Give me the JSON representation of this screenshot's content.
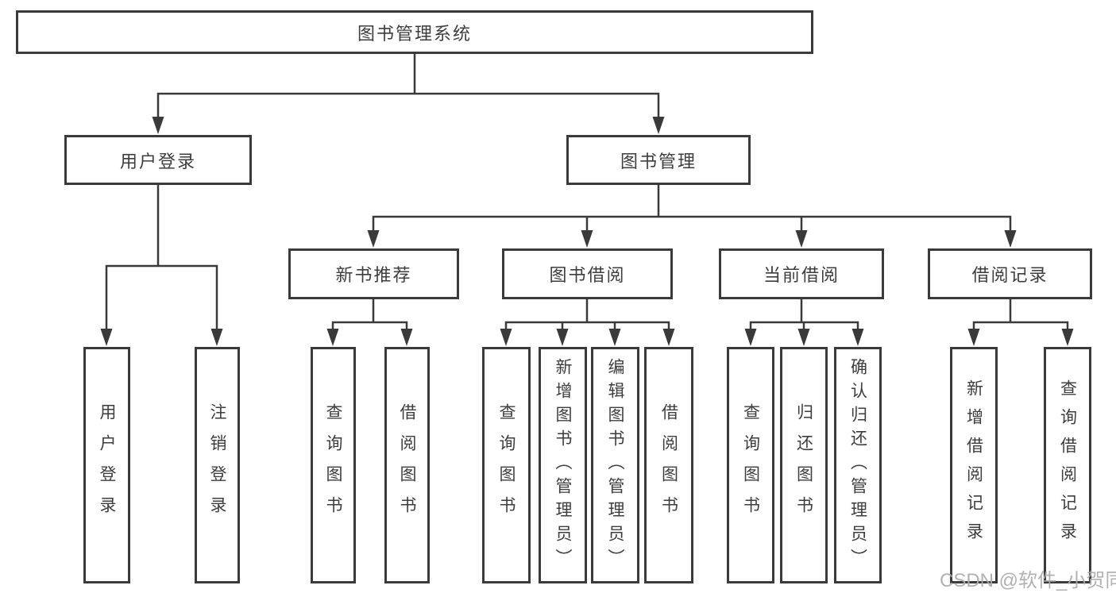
{
  "diagram": {
    "root": {
      "label": "图书管理系统"
    },
    "branches": [
      {
        "label": "用户登录",
        "children": [
          {
            "label": "用户登录"
          },
          {
            "label": "注销登录"
          }
        ]
      },
      {
        "label": "图书管理",
        "children": [
          {
            "label": "新书推荐",
            "children": [
              {
                "label": "查询图书"
              },
              {
                "label": "借阅图书"
              }
            ]
          },
          {
            "label": "图书借阅",
            "children": [
              {
                "label": "查询图书"
              },
              {
                "label": "新增图书（管理员）"
              },
              {
                "label": "编辑图书（管理员）"
              },
              {
                "label": "借阅图书"
              }
            ]
          },
          {
            "label": "当前借阅",
            "children": [
              {
                "label": "查询图书"
              },
              {
                "label": "归还图书"
              },
              {
                "label": "确认归还（管理员）"
              }
            ]
          },
          {
            "label": "借阅记录",
            "children": [
              {
                "label": "新增借阅记录"
              },
              {
                "label": "查询借阅记录"
              }
            ]
          }
        ]
      }
    ]
  },
  "watermark": {
    "text": "CSDN @软件_小贺同学"
  },
  "colors": {
    "line": "#3a3a3a",
    "text": "#3d3d3d",
    "background": "#ffffff",
    "watermark": "#aaaaaa"
  }
}
